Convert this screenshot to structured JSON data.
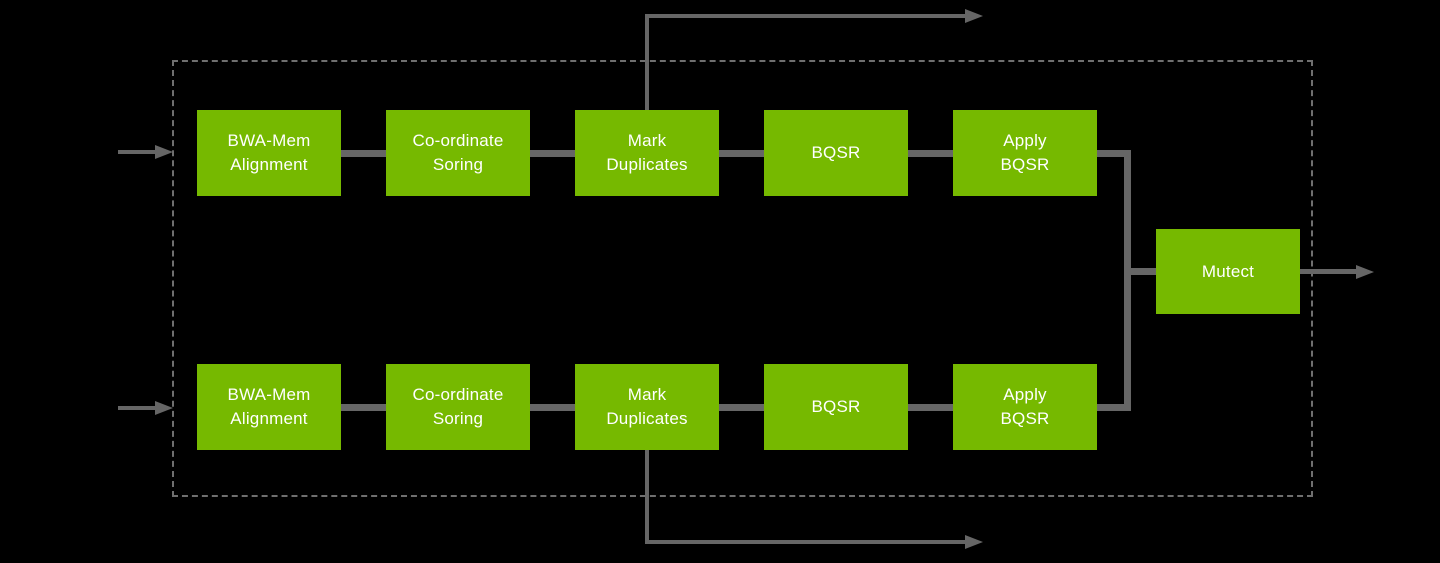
{
  "colors": {
    "background": "#000000",
    "node_fill": "#76b900",
    "node_text": "#ffffff",
    "connector": "#666666",
    "boundary": "#6f6f6f"
  },
  "diagram": {
    "type": "pipeline-flowchart",
    "rows": [
      {
        "name": "top-pipeline",
        "nodes": [
          {
            "label": "BWA-Mem\nAlignment"
          },
          {
            "label": "Co-ordinate\nSoring"
          },
          {
            "label": "Mark\nDuplicates"
          },
          {
            "label": "BQSR"
          },
          {
            "label": "Apply\nBQSR"
          }
        ]
      },
      {
        "name": "bottom-pipeline",
        "nodes": [
          {
            "label": "BWA-Mem\nAlignment"
          },
          {
            "label": "Co-ordinate\nSoring"
          },
          {
            "label": "Mark\nDuplicates"
          },
          {
            "label": "BQSR"
          },
          {
            "label": "Apply\nBQSR"
          }
        ]
      }
    ],
    "merge_node": {
      "label": "Mutect"
    },
    "icons": [
      "top-input-arrow-right-icon",
      "bottom-input-arrow-right-icon",
      "top-branch-arrow-right-icon",
      "bottom-branch-arrow-right-icon",
      "output-arrow-right-icon"
    ]
  }
}
